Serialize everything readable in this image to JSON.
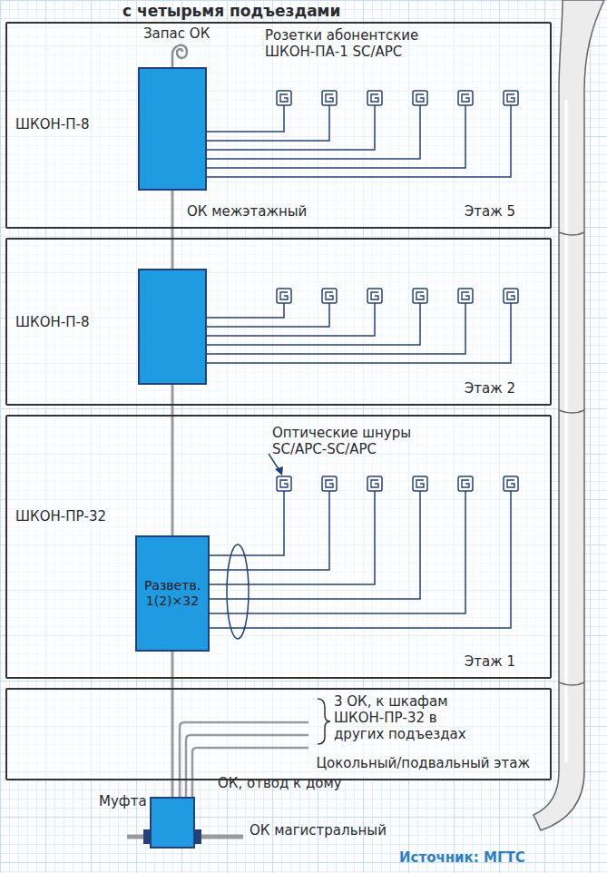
{
  "diagram": {
    "title": "с четырьмя подъездами",
    "caption": "Источник: МГТС",
    "nodes": [
      {
        "text": [
          "Этаж 5"
        ]
      },
      {
        "text": [
          "ШКОН-П-8"
        ],
        "in": 0
      },
      {
        "text": [
          "Этаж 2"
        ]
      },
      {
        "text": [
          "ШКОН-П-8"
        ],
        "in": 2
      },
      {
        "text": [
          "Этаж 1"
        ]
      },
      {
        "text": [
          "ШКОН-ПР-32",
          "Разветв. 1(2)×32"
        ],
        "in": 4
      },
      {
        "text": [
          "Цокольный/подвальный этаж"
        ]
      },
      {
        "text": [
          "Муфта"
        ]
      }
    ],
    "edges": [
      {
        "from": 7,
        "to": 5,
        "arrow": "none"
      },
      {
        "from": 5,
        "to": 3,
        "arrow": "none"
      },
      {
        "from": 3,
        "to": 1,
        "arrow": "none"
      }
    ],
    "labels": [
      "Запас ОК",
      "Розетки абонентские ШКОН-ПА-1 SC/APC",
      "ОК межэтажный",
      "Оптические шнуры SC/APC-SC/APC",
      "3 ОК, к шкафам ШКОН-ПР-32 в других подъездах",
      "ОК, отвод к дому",
      "ОК магистральный"
    ]
  }
}
